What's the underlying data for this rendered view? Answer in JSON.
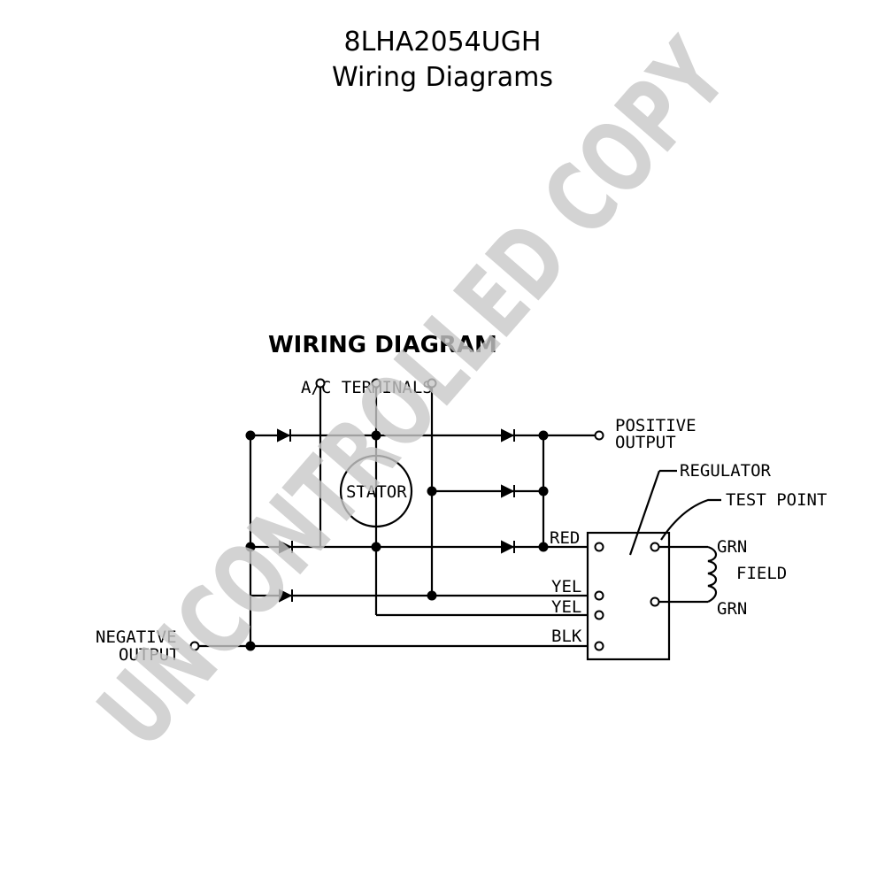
{
  "header": {
    "part_number": "8LHA2054UGH",
    "subtitle": "Wiring Diagrams"
  },
  "diagram": {
    "heading": "WIRING DIAGRAM",
    "ac_terminals": "A/C TERMINALS",
    "stator": "STATOR",
    "positive_output": [
      "POSITIVE",
      "OUTPUT"
    ],
    "negative_output": [
      "NEGATIVE",
      "OUTPUT"
    ],
    "regulator": "REGULATOR",
    "test_point": "TEST POINT",
    "field": "FIELD",
    "wires": {
      "red": "RED",
      "yel_1": "YEL",
      "yel_2": "YEL",
      "blk": "BLK",
      "grn_top": "GRN",
      "grn_bottom": "GRN"
    }
  },
  "watermark": "UNCONTROLLED COPY"
}
